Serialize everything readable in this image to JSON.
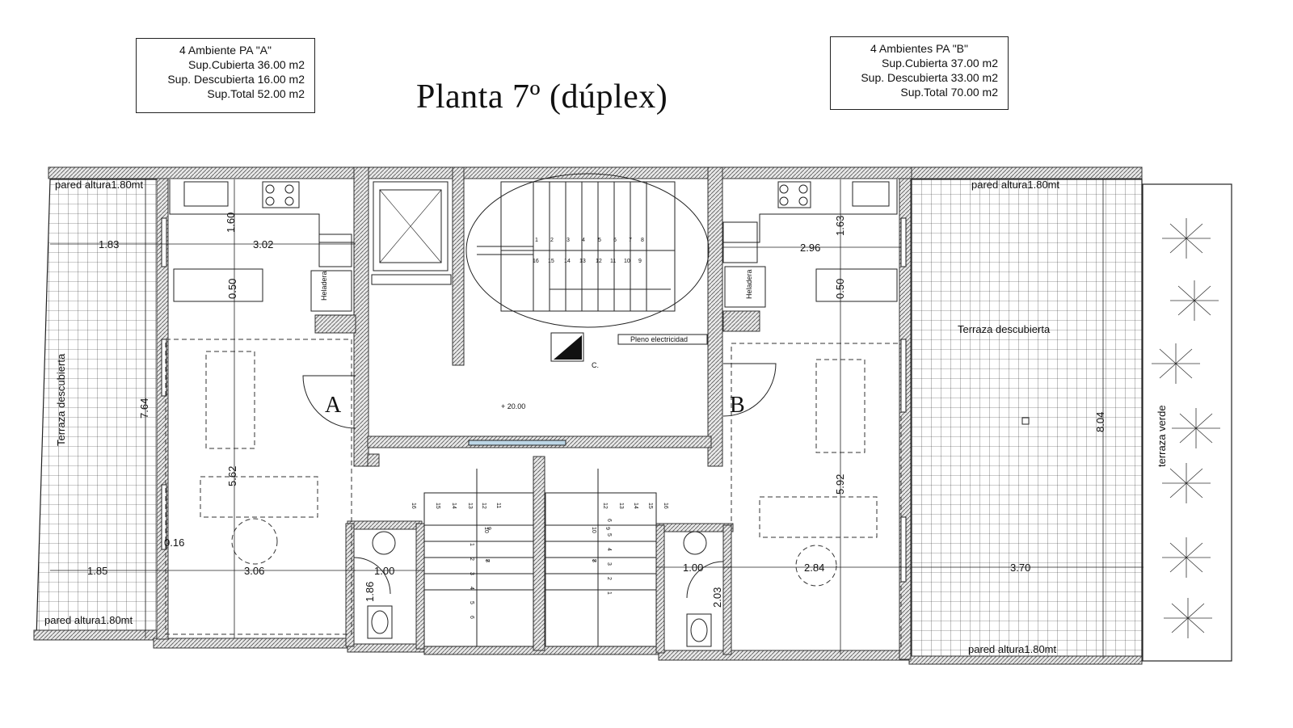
{
  "title": "Planta 7º (dúplex)",
  "unit_a": {
    "name": "4  Ambiente PA \"A\"",
    "cubierta": "Sup.Cubierta 36.00 m2",
    "descubierta": "Sup. Descubierta 16.00 m2",
    "total": "Sup.Total  52.00 m2"
  },
  "unit_b": {
    "name": "4 Ambientes PA \"B\"",
    "cubierta": "Sup.Cubierta 37.00 m2",
    "descubierta": "Sup. Descubierta 33.00 m2",
    "total": "Sup.Total 70.00 m2"
  },
  "labels": {
    "wall_height": "pared altura1.80mt",
    "terrace": "Terraza descubierta",
    "green_terrace": "terraza verde",
    "shaft": "Pleno electricidad",
    "level": "+ 20.00",
    "unit_letter_a": "A",
    "unit_letter_b": "B",
    "fridge": "Heladera",
    "meter": "C."
  },
  "dimensions": {
    "a_top_left": "1.83",
    "a_kitchen_w": "3.02",
    "a_kitchen_h": "1.60",
    "a_counter": "0.50",
    "a_terrace_h": "7.64",
    "a_living_h": "5.62",
    "a_offset": "0.16",
    "a_bottom_left": "1.85",
    "a_bottom_w": "3.06",
    "a_bath_w": "1.00",
    "a_bath_h": "1.86",
    "b_kitchen_h": "1.63",
    "b_kitchen_w": "2.96",
    "b_counter": "0.50",
    "b_living_h": "5.92",
    "b_bath_w": "1.00",
    "b_bath_h": "2.03",
    "b_bottom_w": "2.84",
    "b_terrace_w": "3.70",
    "b_terrace_h": "8.04"
  },
  "stairs": {
    "main_top": [
      "1",
      "2",
      "3",
      "4",
      "5",
      "6",
      "7",
      "8"
    ],
    "main_bottom": [
      "16",
      "15",
      "14",
      "13",
      "12",
      "11",
      "10",
      "9"
    ],
    "left_row1": [
      "16",
      "15",
      "14",
      "13",
      "12",
      "11"
    ],
    "left_row2": [
      "10",
      "9"
    ],
    "left_row3": [
      "1",
      "2",
      "3",
      "4",
      "5",
      "6"
    ],
    "left_row3b": [
      "8",
      "7"
    ],
    "right_row1": [
      "12",
      "13",
      "14",
      "15",
      "16"
    ],
    "right_row2": [
      "10",
      "9"
    ],
    "right_row3": [
      "6",
      "5",
      "4",
      "3",
      "2",
      "1"
    ],
    "right_row3b": [
      "7",
      "8"
    ]
  },
  "colors": {
    "line": "#222222",
    "wall": "#333333",
    "window": "#bcd6e6"
  }
}
